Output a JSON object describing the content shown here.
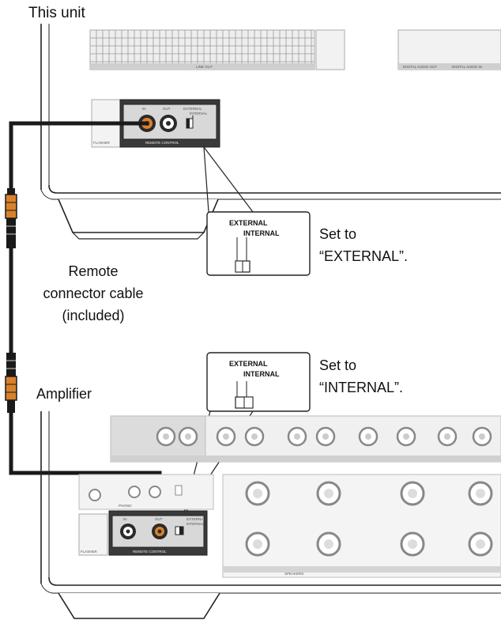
{
  "labels": {
    "this_unit": "This unit",
    "amplifier": "Amplifier",
    "cable_line1": "Remote",
    "cable_line2": "connector cable",
    "cable_line3": "(included)",
    "set_to_external_1": "Set to",
    "set_to_external_2": "“EXTERNAL”.",
    "set_to_internal_1": "Set to",
    "set_to_internal_2": "“INTERNAL”."
  },
  "callouts": {
    "top": {
      "external": "EXTERNAL",
      "internal": "INTERNAL"
    },
    "bottom": {
      "external": "EXTERNAL",
      "internal": "INTERNAL"
    }
  },
  "unit_panel": {
    "in": "IN",
    "out": "OUT",
    "external": "EXTERNAL",
    "internal": "INTERNAL",
    "remote_control": "REMOTE CONTROL",
    "line_out": "LINE OUT",
    "flasher": "FLASHER",
    "digital_audio_out": "DIGITAL AUDIO OUT",
    "digital_audio_in": "DIGITAL AUDIO IN"
  },
  "amp_panel": {
    "in": "IN",
    "out": "OUT",
    "external": "EXTERNAL",
    "internal": "INTERNAL",
    "remote_control": "REMOTE CONTROL",
    "speakers": "SPEAKERS",
    "phono": "PHONO",
    "flasher": "FLASHER"
  },
  "colors": {
    "cable": "#1a1a1a",
    "plug_orange": "#d9822b",
    "panel_dark": "#3a3a3a",
    "panel_grey": "#bdbdbd"
  }
}
